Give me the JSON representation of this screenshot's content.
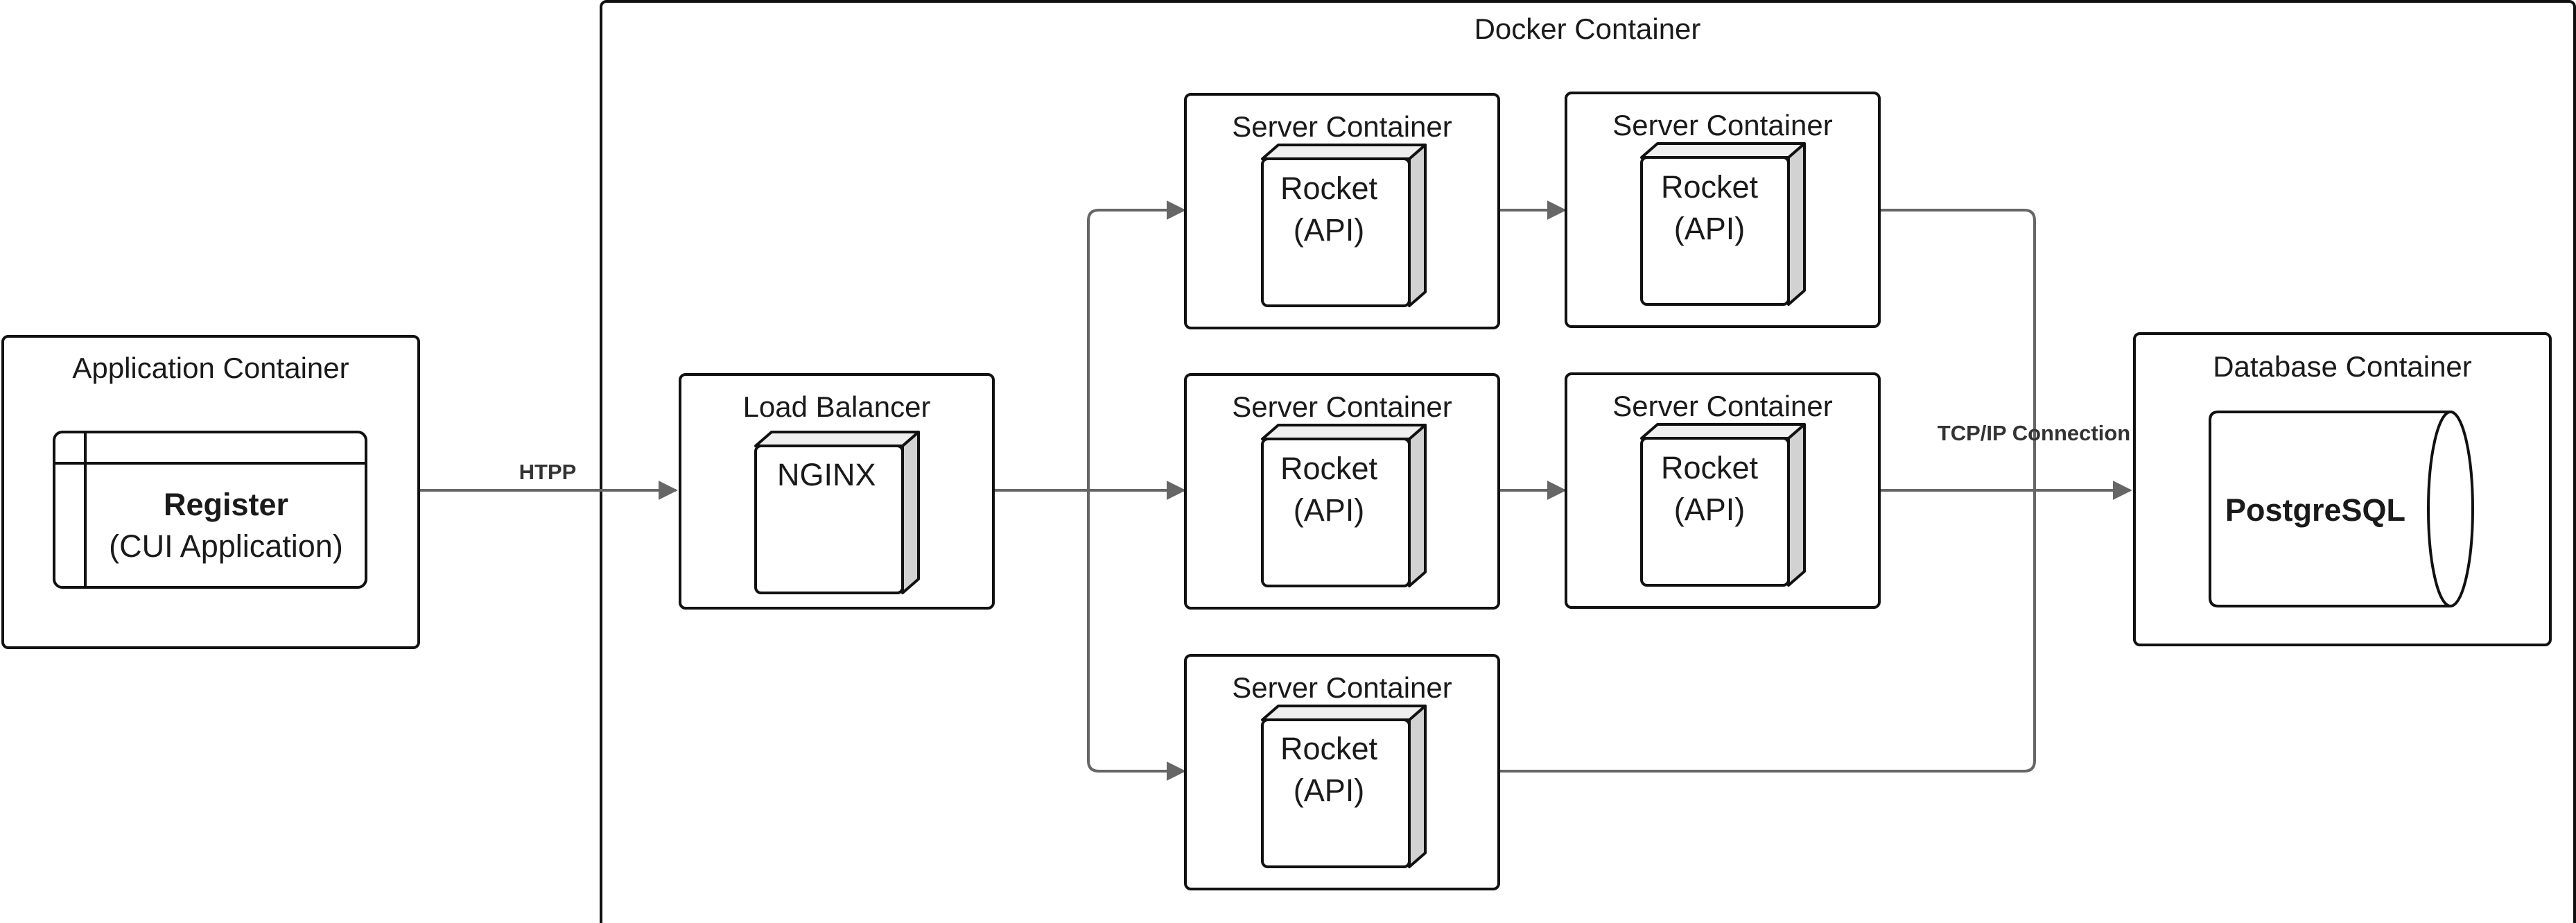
{
  "docker": {
    "title": "Docker Container"
  },
  "application": {
    "title": "Application Container",
    "register_title": "Register",
    "register_subtitle": "(CUI Application)"
  },
  "load_balancer": {
    "title": "Load Balancer",
    "engine": "NGINX"
  },
  "servers": [
    {
      "title": "Server Container",
      "line1": "Rocket",
      "line2": "(API)"
    },
    {
      "title": "Server Container",
      "line1": "Rocket",
      "line2": "(API)"
    },
    {
      "title": "Server Container",
      "line1": "Rocket",
      "line2": "(API)"
    },
    {
      "title": "Server Container",
      "line1": "Rocket",
      "line2": "(API)"
    },
    {
      "title": "Server Container",
      "line1": "Rocket",
      "line2": "(API)"
    }
  ],
  "database": {
    "title": "Database Container",
    "engine": "PostgreSQL"
  },
  "edges": {
    "http_label": "HTPP",
    "tcp_label": "TCP/IP Connection"
  }
}
